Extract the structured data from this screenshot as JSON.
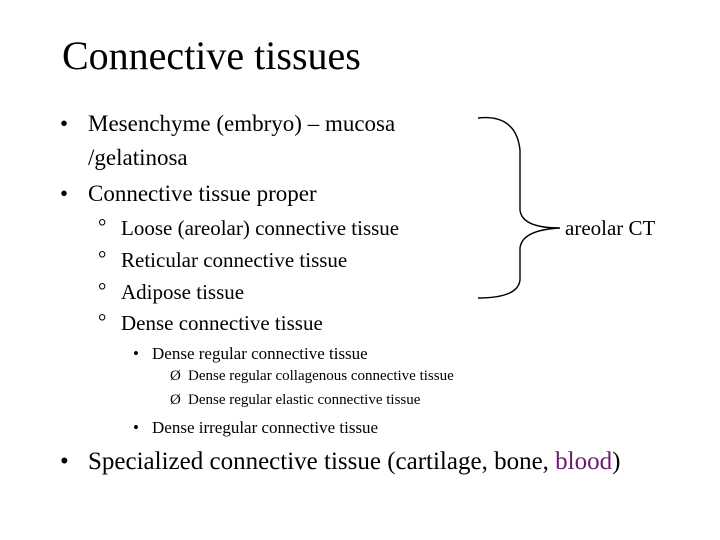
{
  "title": "Connective tissues",
  "bullets": {
    "b1_line1": "Mesenchyme (embryo) – mucosa",
    "b1_line2": "/gelatinosa",
    "b2": "Connective tissue proper",
    "sub": [
      "Loose (areolar) connective tissue",
      "Reticular connective tissue",
      "Adipose tissue",
      "Dense connective tissue"
    ],
    "dense": {
      "regular": "Dense regular connective tissue",
      "regular_types": [
        "Dense regular collagenous connective tissue",
        "Dense regular elastic connective tissue"
      ],
      "irregular": "Dense irregular connective tissue"
    },
    "specialized_prefix": "Specialized connective tissue (cartilage, bone, ",
    "specialized_highlight": "blood",
    "specialized_suffix": ")"
  },
  "brace_label": "areolar CT",
  "markers": {
    "bullet": "•",
    "circle": "°",
    "arrow": "Ø"
  },
  "colors": {
    "highlight": "#6a1b6e"
  }
}
